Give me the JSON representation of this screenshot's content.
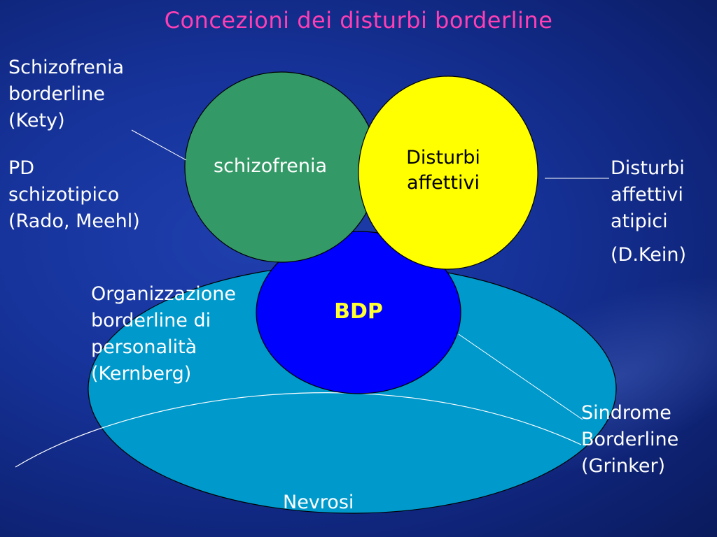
{
  "title": "Concezioni dei disturbi borderline",
  "circles": {
    "schizofrenia": "schizofrenia",
    "disturbi_affettivi": [
      "Disturbi",
      "affettivi"
    ],
    "bdp": "BDP",
    "nevrosi": "Nevrosi"
  },
  "labels": {
    "schizofrenia_borderline": [
      "Schizofrenia",
      "borderline",
      "(Kety)"
    ],
    "pd_schizotipico": [
      "PD",
      "schizotipico",
      "(Rado, Meehl)"
    ],
    "disturbi_affettivi_atipici": [
      "Disturbi",
      "affettivi",
      "atipici"
    ],
    "d_kein": "(D.Kein)",
    "organizzazione_borderline": [
      "Organizzazione",
      "borderline di",
      "personalità",
      "(Kernberg)"
    ],
    "sindrome_borderline": [
      "Sindrome",
      "Borderline",
      "(Grinker)"
    ]
  },
  "colors": {
    "background": "#16339a",
    "title": "#ff3fb4",
    "schizofrenia_fill": "#339966",
    "disturbi_fill": "#ffff00",
    "bdp_fill": "#0000ff",
    "bdp_text": "#ffff33",
    "nevrosi_fill": "#0099cc"
  }
}
